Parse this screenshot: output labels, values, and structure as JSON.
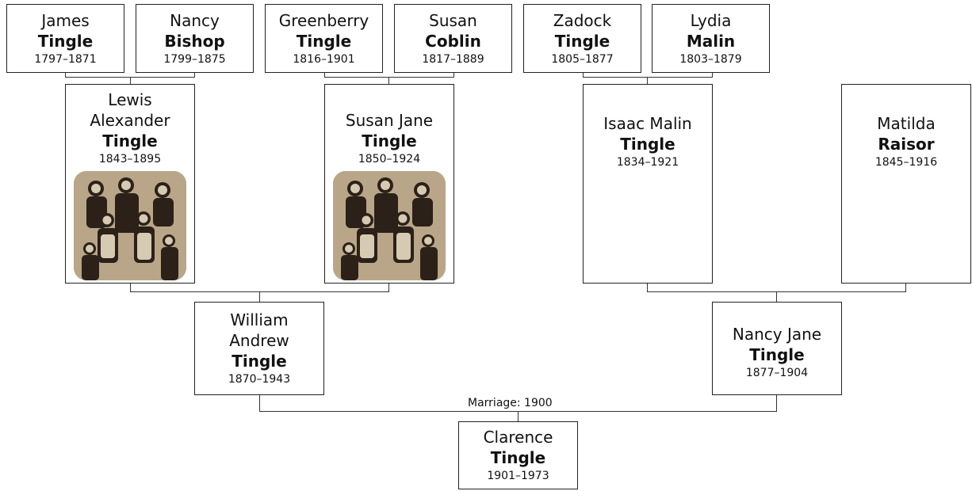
{
  "people": {
    "james": {
      "given": "James",
      "surname": "Tingle",
      "dates": "1797–1871"
    },
    "nancy_b": {
      "given": "Nancy",
      "surname": "Bishop",
      "dates": "1799–1875"
    },
    "greenberry": {
      "given": "Greenberry",
      "surname": "Tingle",
      "dates": "1816–1901"
    },
    "susan_c": {
      "given": "Susan",
      "surname": "Coblin",
      "dates": "1817–1889"
    },
    "zadock": {
      "given": "Zadock",
      "surname": "Tingle",
      "dates": "1805–1877"
    },
    "lydia": {
      "given": "Lydia",
      "surname": "Malin",
      "dates": "1803–1879"
    },
    "lewis": {
      "given": "Lewis Alexander",
      "surname": "Tingle",
      "dates": "1843–1895"
    },
    "susan_jane": {
      "given": "Susan Jane",
      "surname": "Tingle",
      "dates": "1850–1924"
    },
    "isaac": {
      "given": "Isaac Malin",
      "surname": "Tingle",
      "dates": "1834–1921"
    },
    "matilda": {
      "given": "Matilda",
      "surname": "Raisor",
      "dates": "1845–1916"
    },
    "william": {
      "given": "William Andrew",
      "surname": "Tingle",
      "dates": "1870–1943"
    },
    "nancy_jane": {
      "given": "Nancy Jane",
      "surname": "Tingle",
      "dates": "1877–1904"
    },
    "clarence": {
      "given": "Clarence",
      "surname": "Tingle",
      "dates": "1901–1973"
    }
  },
  "marriage_label": "Marriage: 1900",
  "colors": {
    "line": "#333333",
    "border": "#222222",
    "photo_sepia": "#c9b79a"
  }
}
